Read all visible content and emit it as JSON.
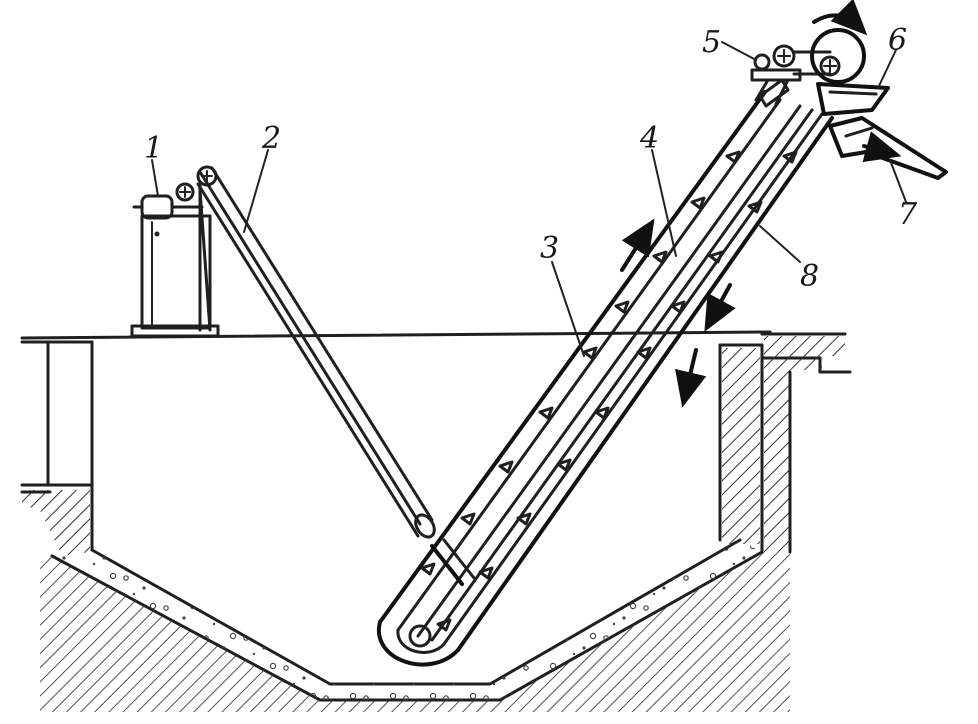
{
  "diagram": {
    "callouts": [
      {
        "id": "1",
        "text": "1"
      },
      {
        "id": "2",
        "text": "2"
      },
      {
        "id": "3",
        "text": "3"
      },
      {
        "id": "4",
        "text": "4"
      },
      {
        "id": "5",
        "text": "5"
      },
      {
        "id": "6",
        "text": "6"
      },
      {
        "id": "7",
        "text": "7"
      },
      {
        "id": "8",
        "text": "8"
      }
    ],
    "colors": {
      "line": "#1f1f1f",
      "background": "#ffffff",
      "hatch": "#333333"
    },
    "icons": [
      "drive-motor-icon",
      "sprocket-icon",
      "flow-arrow-icon",
      "rotation-arrow-icon"
    ]
  }
}
